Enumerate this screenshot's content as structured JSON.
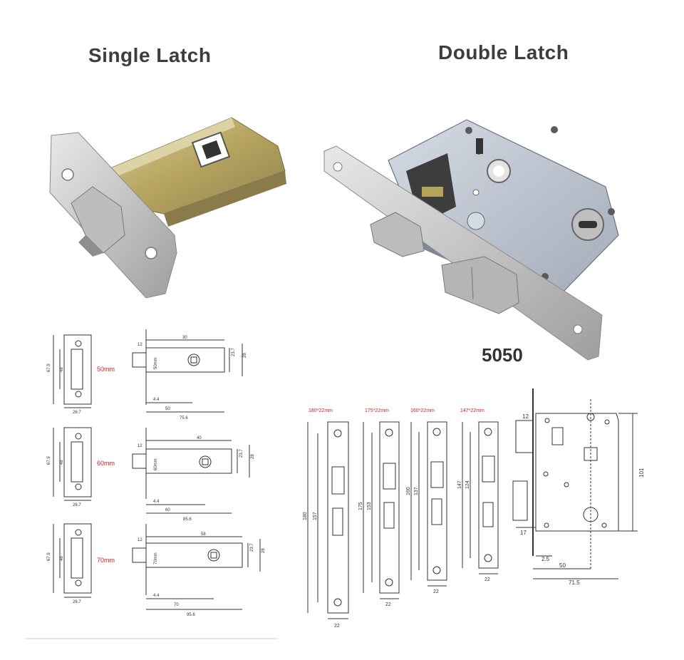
{
  "headings": {
    "single": "Single Latch",
    "double": "Double Latch",
    "model": "5050"
  },
  "colors": {
    "heading": "#3d3d3d",
    "red_label": "#d21f1f",
    "line": "#333333",
    "steel": "#c9c9c9",
    "brass": "#b9a86a",
    "body_plate": "#b9c0cc"
  },
  "single_latch_drawings": [
    {
      "size_label": "50mm",
      "face_dims": [
        "67.9",
        "48",
        "26.7"
      ],
      "side_dims": {
        "top": [
          "12",
          "30"
        ],
        "right": [
          "23.7",
          "28"
        ],
        "inner": "50mm",
        "bottom": [
          "4.4",
          "50",
          "75.6"
        ]
      }
    },
    {
      "size_label": "60mm",
      "face_dims": [
        "67.9",
        "48",
        "26.7"
      ],
      "side_dims": {
        "top": [
          "12",
          "40"
        ],
        "right": [
          "23.7",
          "28"
        ],
        "inner": "60mm",
        "bottom": [
          "4.4",
          "60",
          "85.6"
        ]
      }
    },
    {
      "size_label": "70mm",
      "face_dims": [
        "67.9",
        "48",
        "26.7"
      ],
      "side_dims": {
        "top": [
          "12",
          "58"
        ],
        "right": [
          "23.7",
          "28"
        ],
        "inner": "70mm",
        "bottom": [
          "4.4",
          "70",
          "95.6"
        ]
      }
    }
  ],
  "faceplates": [
    {
      "label": "180*22mm",
      "outer": "180",
      "inner": "157",
      "width": "22"
    },
    {
      "label": "175*22mm",
      "outer": "175",
      "inner": "153",
      "width": "22"
    },
    {
      "label": "160*22mm",
      "outer": "160",
      "inner": "137",
      "width": "22"
    },
    {
      "label": "147*22mm",
      "outer": "147",
      "inner": "124",
      "width": "22"
    }
  ],
  "double_body_dims": {
    "top": "12",
    "side_left": "17",
    "height": "101",
    "bottom": [
      "2.5",
      "50",
      "71.5"
    ]
  }
}
